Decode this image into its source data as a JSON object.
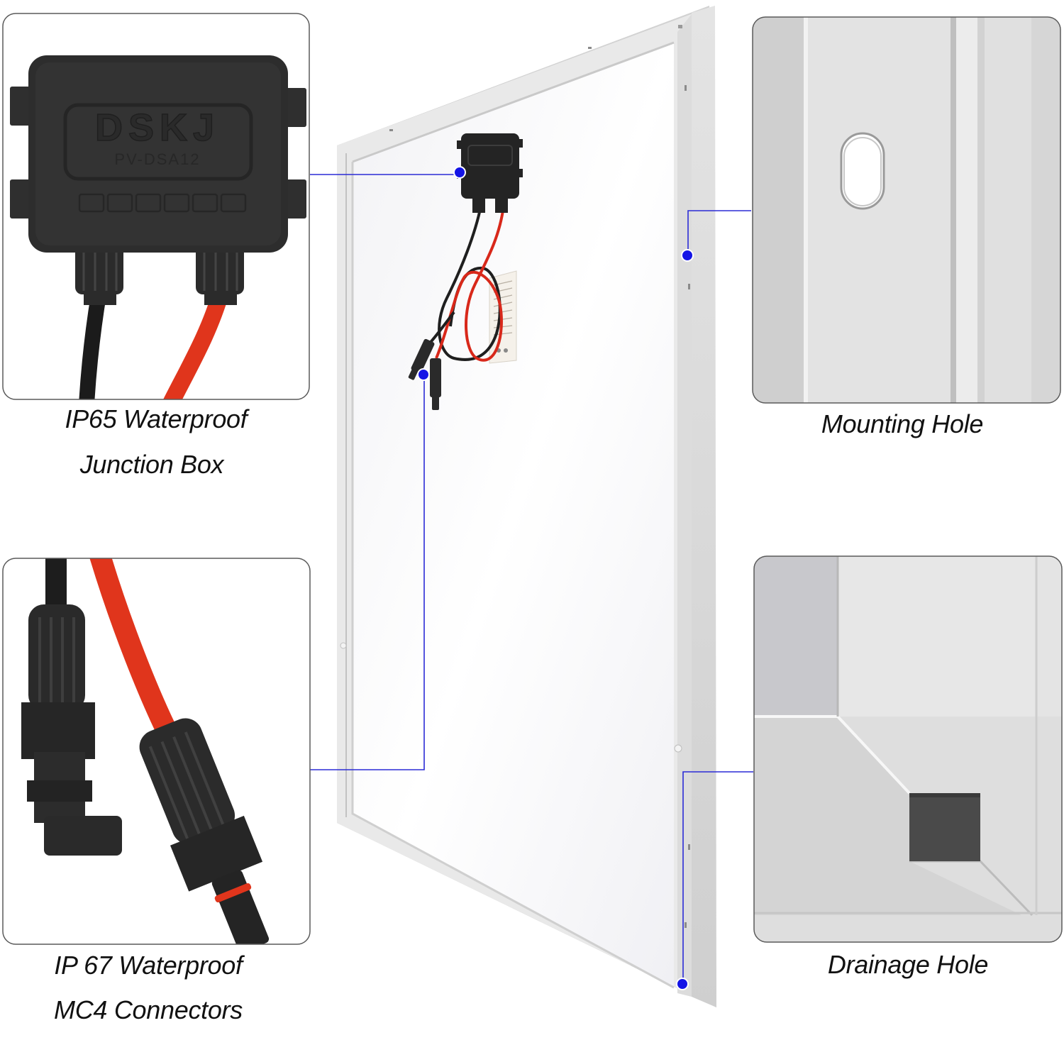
{
  "junction_box": {
    "caption_line1": "IP65 Waterproof",
    "caption_line2": "Junction Box",
    "brand_text": "DSKJ",
    "model_text": "PV-DSA12"
  },
  "mounting_hole": {
    "caption": "Mounting Hole"
  },
  "connectors": {
    "caption_line1": "IP 67 Waterproof",
    "caption_line2": "MC4 Connectors"
  },
  "drainage_hole": {
    "caption": "Drainage Hole"
  },
  "colors": {
    "callout_line": "#2b2bd6",
    "callout_dot": "#1414e6",
    "frame": "#d9d9d9",
    "panel_back": "#f7f7f8",
    "black_part": "#2a2a2a",
    "red_cable": "#e0351c"
  }
}
